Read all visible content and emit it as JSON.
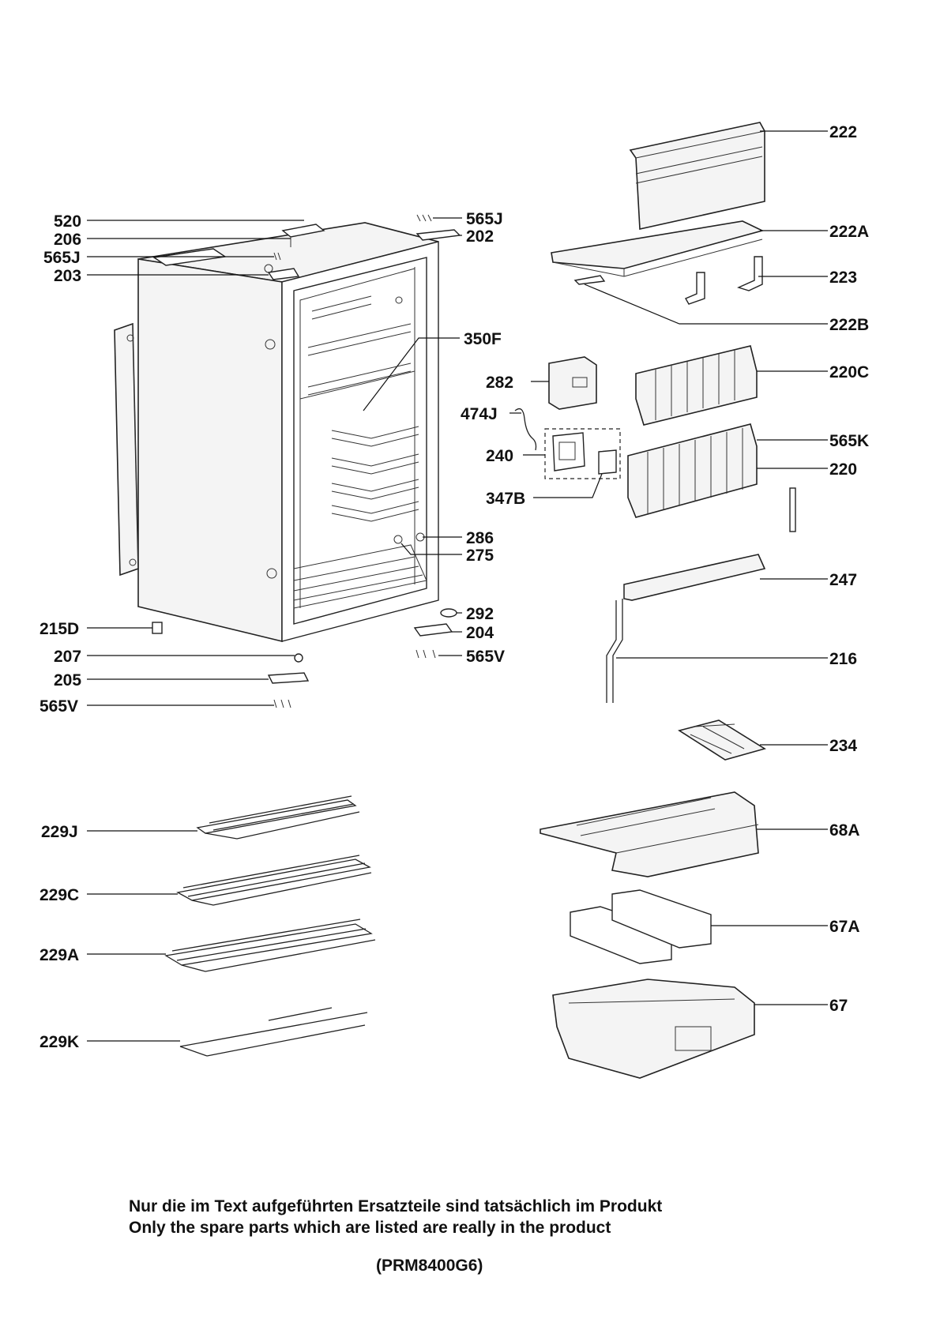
{
  "labels": {
    "l222": "222",
    "l222A": "222A",
    "l223": "223",
    "l222B": "222B",
    "l220C": "220C",
    "l565K": "565K",
    "l220": "220",
    "l282": "282",
    "l474J": "474J",
    "l240": "240",
    "l347B": "347B",
    "l247": "247",
    "l216": "216",
    "l234": "234",
    "l68A": "68A",
    "l67A": "67A",
    "l67": "67",
    "l520": "520",
    "l206": "206",
    "l565J_left": "565J",
    "l203": "203",
    "l565J_right": "565J",
    "l202": "202",
    "l350F": "350F",
    "l286": "286",
    "l275": "275",
    "l292": "292",
    "l204": "204",
    "l565V_right": "565V",
    "l215D": "215D",
    "l207": "207",
    "l205": "205",
    "l565V_left": "565V",
    "l229J": "229J",
    "l229C": "229C",
    "l229A": "229A",
    "l229K": "229K"
  },
  "footer": {
    "note_de": "Nur die im Text aufgeführten Ersatzteile sind tatsächlich im Produkt",
    "note_en": "Only the spare parts which are listed are really in the product",
    "model": "(PRM8400G6)"
  }
}
